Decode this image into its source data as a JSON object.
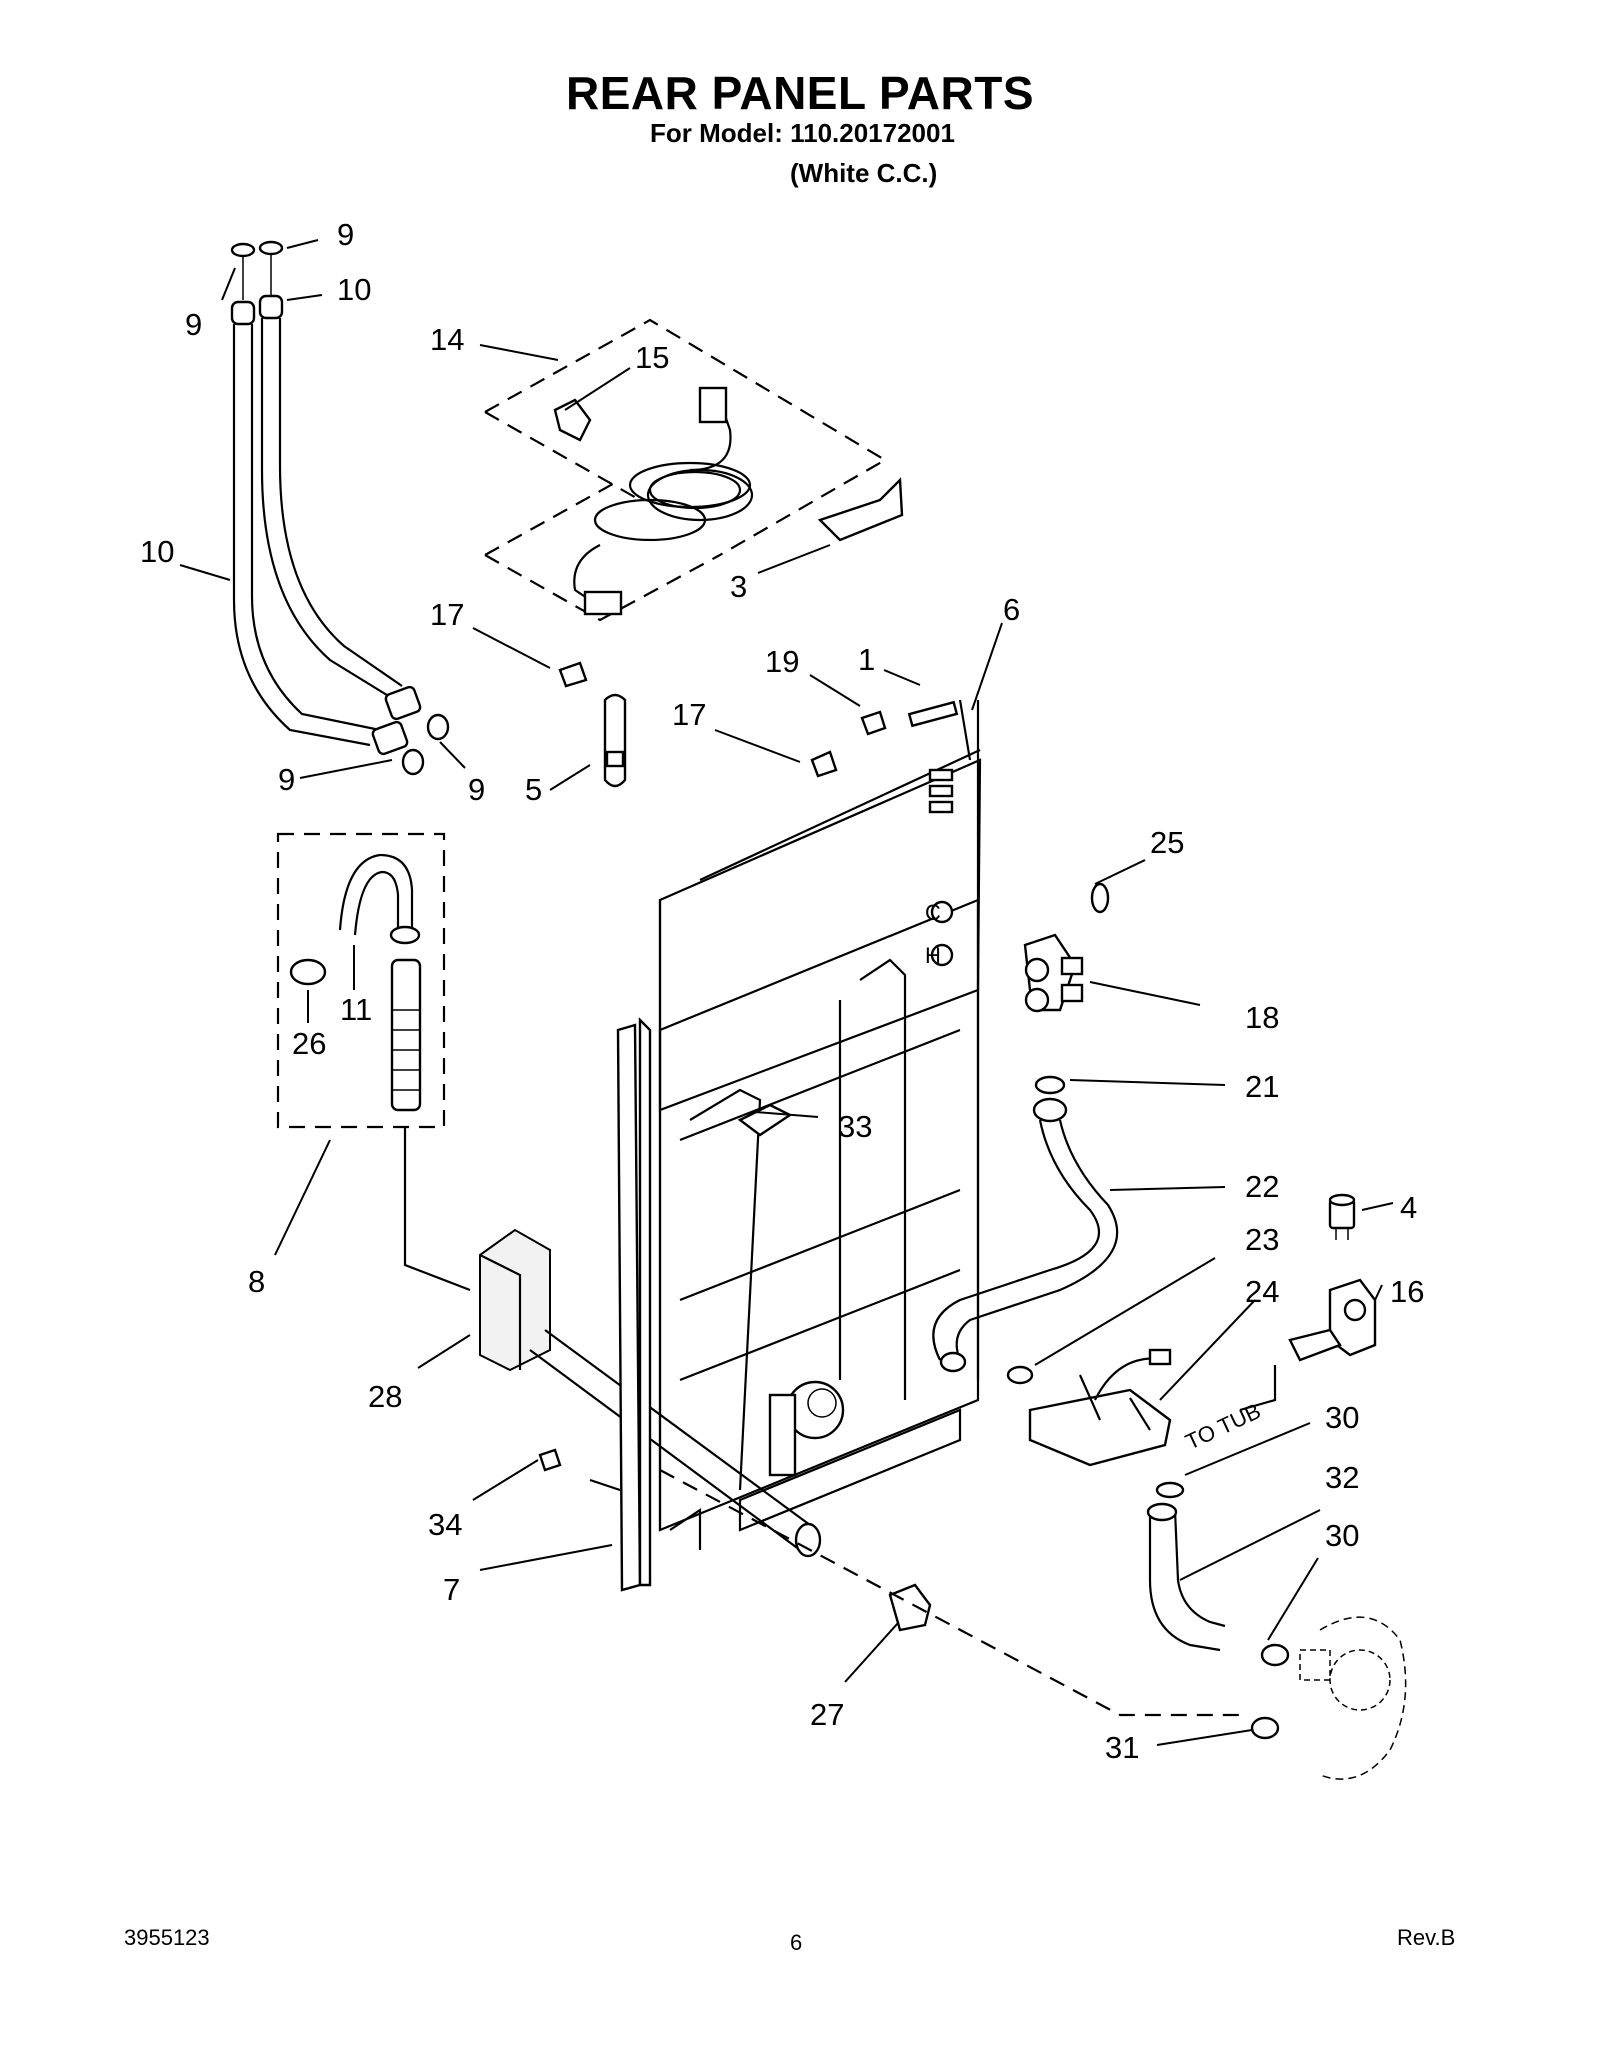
{
  "header": {
    "title": "REAR PANEL PARTS",
    "model_line": "For Model: 110.20172001",
    "color_line": "(White C.C.)"
  },
  "footer": {
    "doc_number": "3955123",
    "page_number": "6",
    "revision": "Rev.B"
  },
  "diagram": {
    "callouts": [
      "9",
      "9",
      "10",
      "10",
      "9",
      "9",
      "14",
      "15",
      "3",
      "17",
      "19",
      "1",
      "6",
      "17",
      "5",
      "25",
      "18",
      "11",
      "26",
      "8",
      "21",
      "33",
      "22",
      "4",
      "23",
      "24",
      "16",
      "28",
      "30",
      "32",
      "30",
      "34",
      "7",
      "27",
      "31"
    ],
    "note_to_tub": "TO TUB",
    "panel_marks": {
      "cold": "C",
      "hot": "H"
    }
  }
}
